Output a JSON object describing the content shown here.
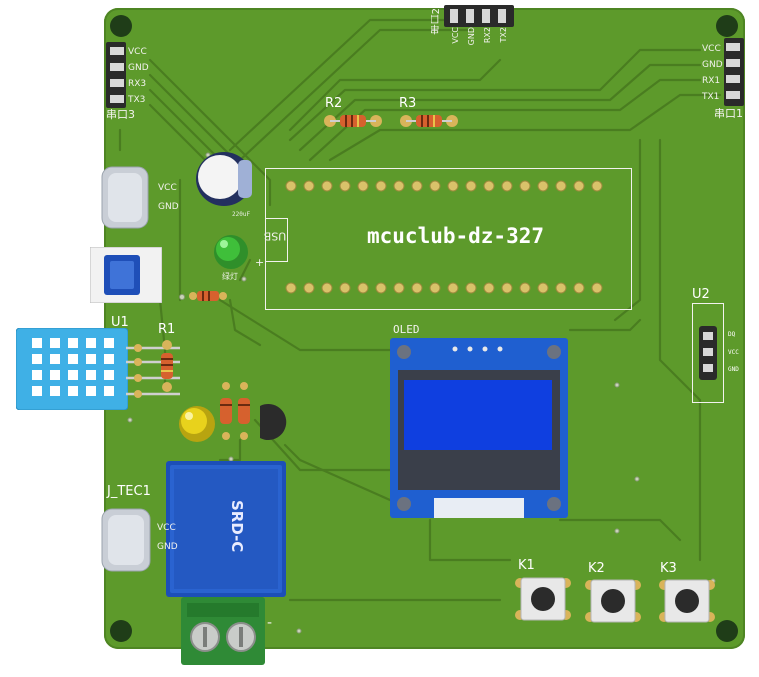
{
  "board": {
    "title": "mcuclub-dz-327",
    "colors": {
      "pcb": "#5d9a2b",
      "pcb_edge": "#4e8523",
      "trace": "#4a7d20",
      "silk": "#f2f2ee",
      "hole": "#1f3d18"
    }
  },
  "serial2": {
    "label": "串口2",
    "pins": [
      "VCC",
      "GND",
      "RX2",
      "TX2"
    ]
  },
  "serial3": {
    "label": "串口3",
    "pins": [
      "VCC",
      "GND",
      "RX3",
      "TX3"
    ]
  },
  "serial1": {
    "label": "串口1",
    "pins": [
      "VCC",
      "GND",
      "RX1",
      "TX1"
    ]
  },
  "usb_power": {
    "pins": [
      "VCC",
      "GND"
    ]
  },
  "resistors": {
    "r1": "R1",
    "r2": "R2",
    "r3": "R3"
  },
  "u1": {
    "label": "U1"
  },
  "u2": {
    "label": "U2",
    "pins": [
      "DQ",
      "VCC",
      "GND"
    ]
  },
  "mcu": {
    "usb_label": "USB"
  },
  "oled": {
    "label": "OLED"
  },
  "relay": {
    "text": "SRD-C"
  },
  "tec": {
    "label": "J_TEC1",
    "pins": [
      "VCC",
      "GND"
    ]
  },
  "led": {
    "green_label": "绿灯",
    "plus": "+"
  },
  "cap": {
    "label": "220uF"
  },
  "keys": [
    "K1",
    "K2",
    "K3"
  ],
  "terminal": {
    "minus": "-"
  }
}
